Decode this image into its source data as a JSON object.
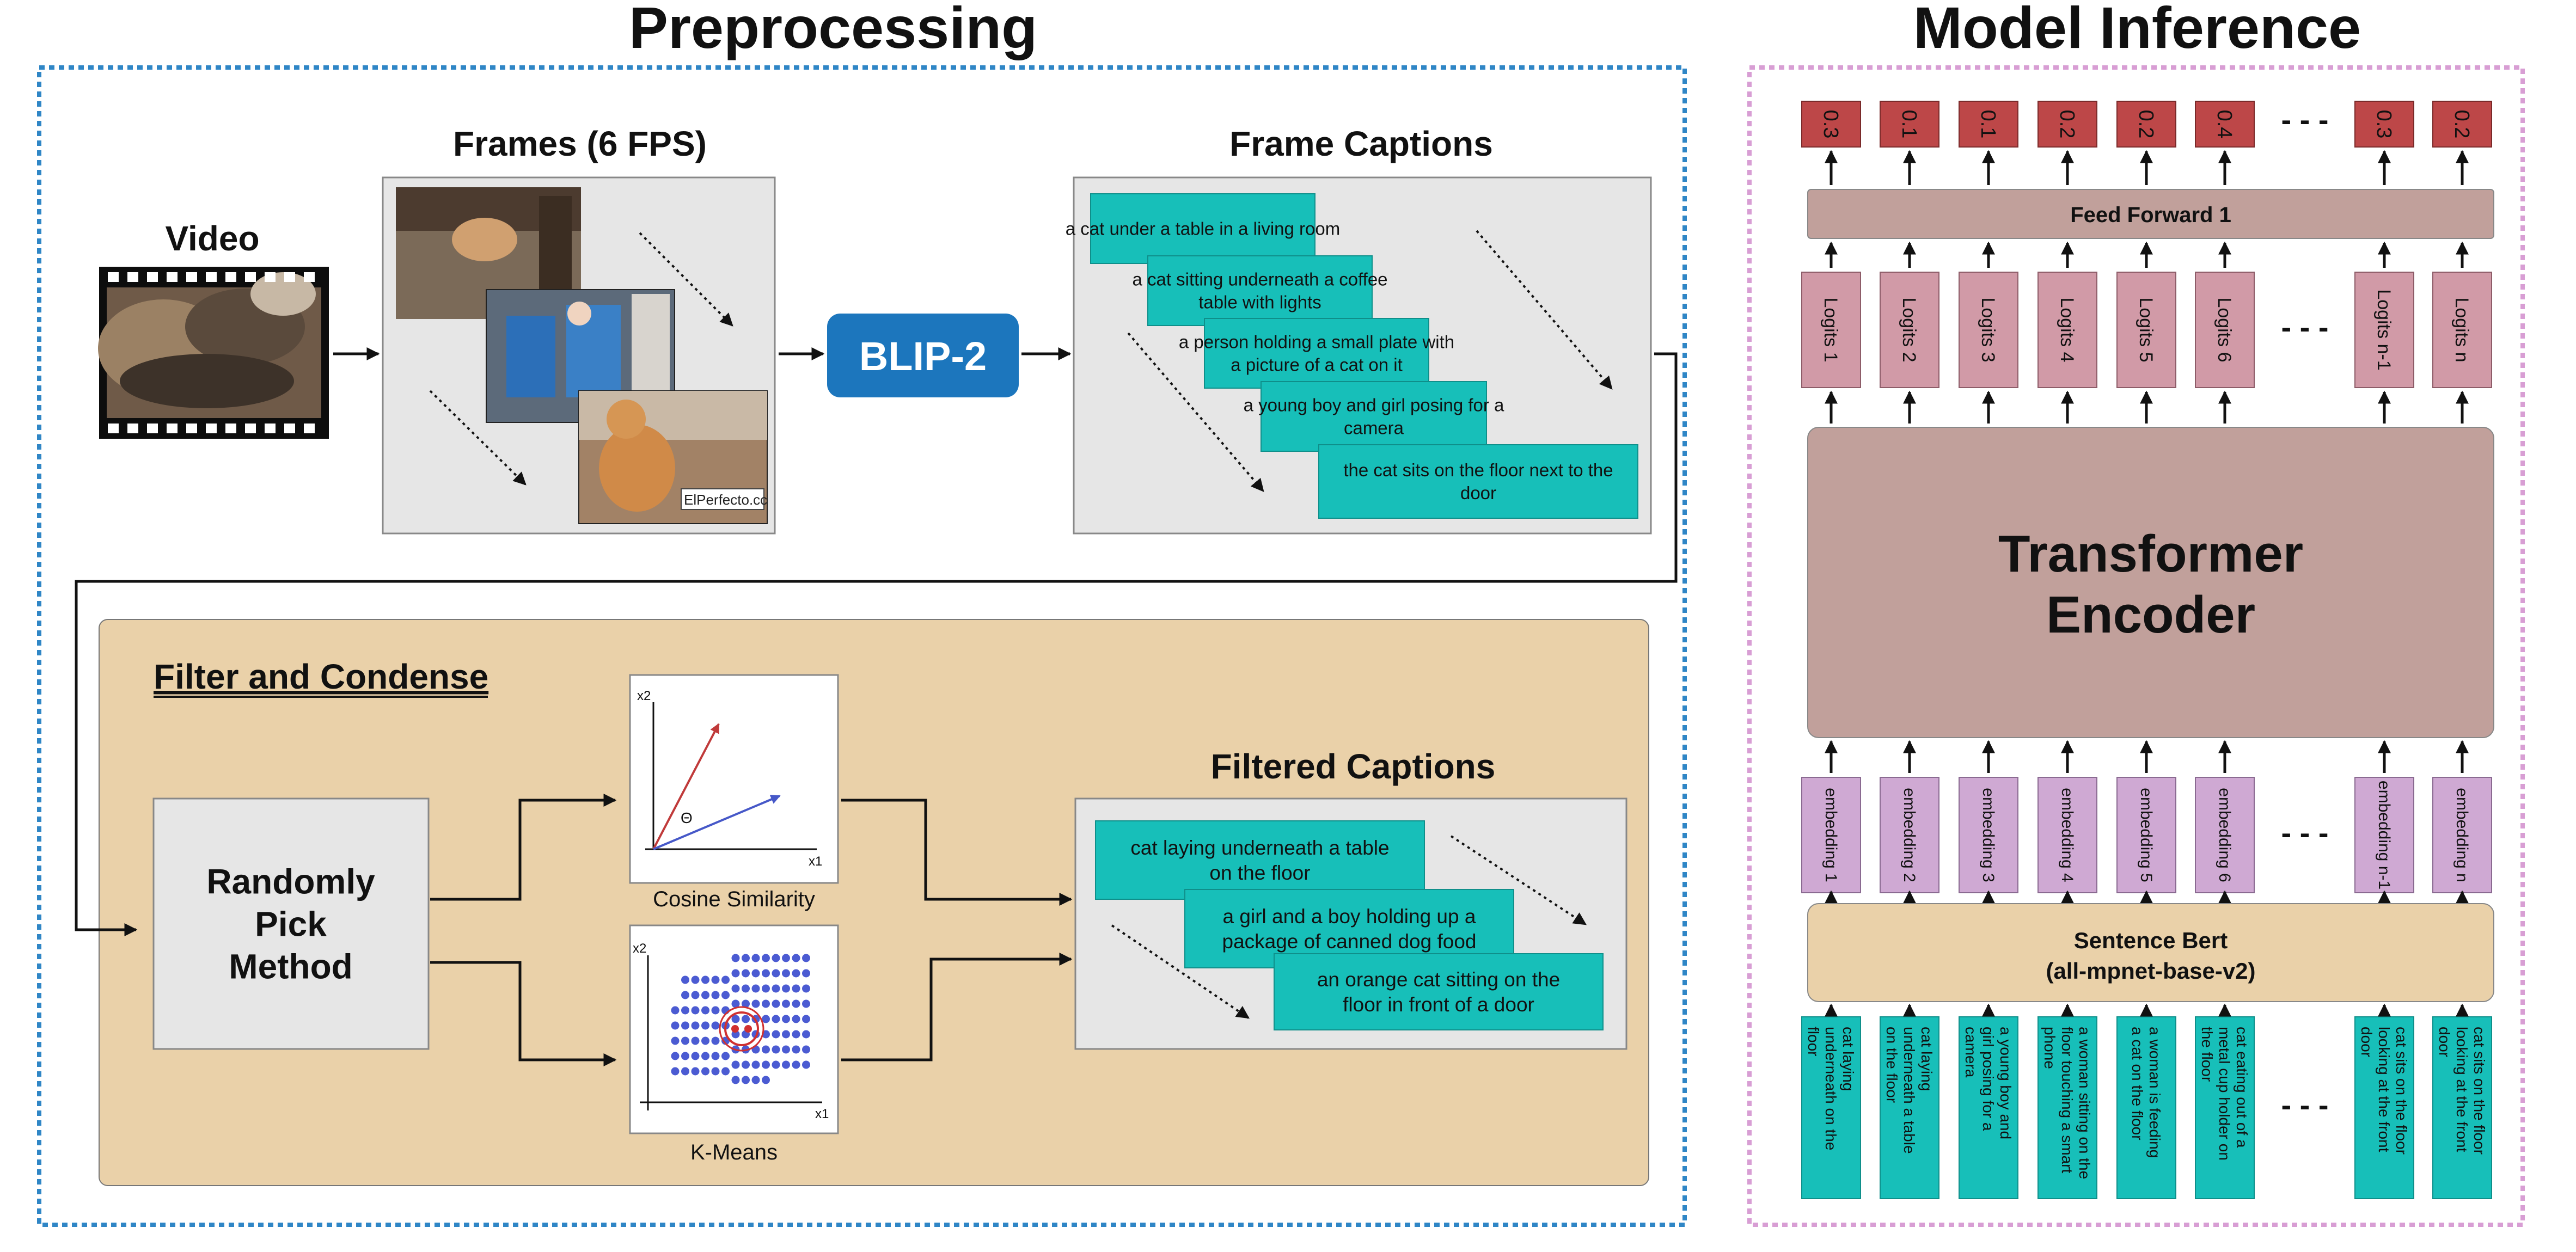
{
  "sections": {
    "preprocessing_title": "Preprocessing",
    "inference_title": "Model Inference"
  },
  "video": {
    "label": "Video"
  },
  "frames": {
    "label": "Frames (6 FPS)",
    "watermark": "ElPerfecto.cc"
  },
  "blip": {
    "label": "BLIP-2"
  },
  "frame_captions": {
    "label": "Frame Captions",
    "items": [
      [
        "a cat under a table in a living room"
      ],
      [
        "a cat sitting underneath a coffee",
        "table with lights"
      ],
      [
        "a person holding a small plate with",
        "a picture of a cat on it"
      ],
      [
        "a young boy and girl posing for a",
        "camera"
      ],
      [
        "the cat sits on the floor next to the",
        "door"
      ]
    ]
  },
  "filter": {
    "title": "Filter and Condense",
    "random_pick": [
      "Randomly",
      "Pick",
      "Method"
    ],
    "cosine_label": "Cosine Similarity",
    "kmeans_label": "K-Means",
    "axis_x": "x1",
    "axis_y": "x2",
    "theta": "Θ",
    "filtered_label": "Filtered Captions",
    "filtered_items": [
      [
        "cat laying underneath a table",
        "on the floor"
      ],
      [
        "a girl and a boy holding up a",
        "package of canned dog food"
      ],
      [
        "an orange cat sitting on the",
        "floor in front of a door"
      ]
    ]
  },
  "inference": {
    "outputs": [
      "0.3",
      "0.1",
      "0.1",
      "0.2",
      "0.2",
      "0.4",
      "0.3",
      "0.2"
    ],
    "feed_forward": "Feed Forward 1",
    "logits": [
      "Logits 1",
      "Logits 2",
      "Logits 3",
      "Logits 4",
      "Logits 5",
      "Logits 6",
      "Logits n-1",
      "Logits n"
    ],
    "encoder": [
      "Transformer",
      "Encoder"
    ],
    "embeddings": [
      "embedding 1",
      "embedding 2",
      "embedding 3",
      "embedding 4",
      "embedding 5",
      "embedding 6",
      "embedding n-1",
      "embedding n"
    ],
    "sentence_bert": [
      "Sentence Bert",
      "(all-mpnet-base-v2)"
    ],
    "captions": [
      [
        "cat laying",
        "underneath on the",
        "floor"
      ],
      [
        "cat laying",
        "underneath a table",
        "on the floor"
      ],
      [
        "a young boy and",
        "girl posing for a",
        "camera"
      ],
      [
        "a woman sitting on the",
        "floor touching a smart",
        "phone"
      ],
      [
        "a woman is feeding",
        "a cat on the floor"
      ],
      [
        "cat eating out of a",
        "metal cup holder on",
        "the floor"
      ],
      [
        "cat sits on the floor",
        "looking at the front",
        "door"
      ],
      [
        "cat sits on the floor",
        "looking at the front",
        "door"
      ]
    ],
    "ellipsis": "- - -"
  },
  "colors": {
    "teal": "#17bfb9",
    "tan": "#ead1a9",
    "mauve": "#c1a09b",
    "pink": "#d19aa7",
    "lilac": "#cfa9d3",
    "red": "#bd4748",
    "blip": "#1c76bd",
    "blue_dash": "#2f86c6",
    "pink_dash": "#d89ed4"
  }
}
